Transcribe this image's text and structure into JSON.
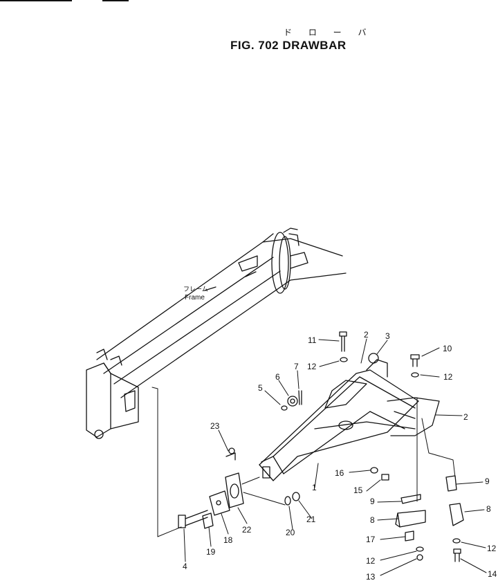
{
  "title_jp": "ド ロ ー バ",
  "title": "FIG. 702  DRAWBAR",
  "frame_label_jp": "フレーム",
  "frame_label": "Frame",
  "callouts": [
    {
      "id": "c11",
      "text": "11"
    },
    {
      "id": "c2a",
      "text": "2"
    },
    {
      "id": "c3",
      "text": "3"
    },
    {
      "id": "c10",
      "text": "10"
    },
    {
      "id": "c12a",
      "text": "12"
    },
    {
      "id": "c12b",
      "text": "12"
    },
    {
      "id": "c7",
      "text": "7"
    },
    {
      "id": "c6",
      "text": "6"
    },
    {
      "id": "c5",
      "text": "5"
    },
    {
      "id": "c2b",
      "text": "2"
    },
    {
      "id": "c23",
      "text": "23"
    },
    {
      "id": "c16",
      "text": "16"
    },
    {
      "id": "c1",
      "text": "1"
    },
    {
      "id": "c15",
      "text": "15"
    },
    {
      "id": "c9a",
      "text": "9"
    },
    {
      "id": "c9b",
      "text": "9"
    },
    {
      "id": "c8a",
      "text": "8"
    },
    {
      "id": "c8b",
      "text": "8"
    },
    {
      "id": "c22",
      "text": "22"
    },
    {
      "id": "c21",
      "text": "21"
    },
    {
      "id": "c20",
      "text": "20"
    },
    {
      "id": "c18",
      "text": "18"
    },
    {
      "id": "c19",
      "text": "19"
    },
    {
      "id": "c4",
      "text": "4"
    },
    {
      "id": "c17",
      "text": "17"
    },
    {
      "id": "c12c",
      "text": "12"
    },
    {
      "id": "c12d",
      "text": "12"
    },
    {
      "id": "c13",
      "text": "13"
    },
    {
      "id": "c14",
      "text": "14"
    }
  ]
}
